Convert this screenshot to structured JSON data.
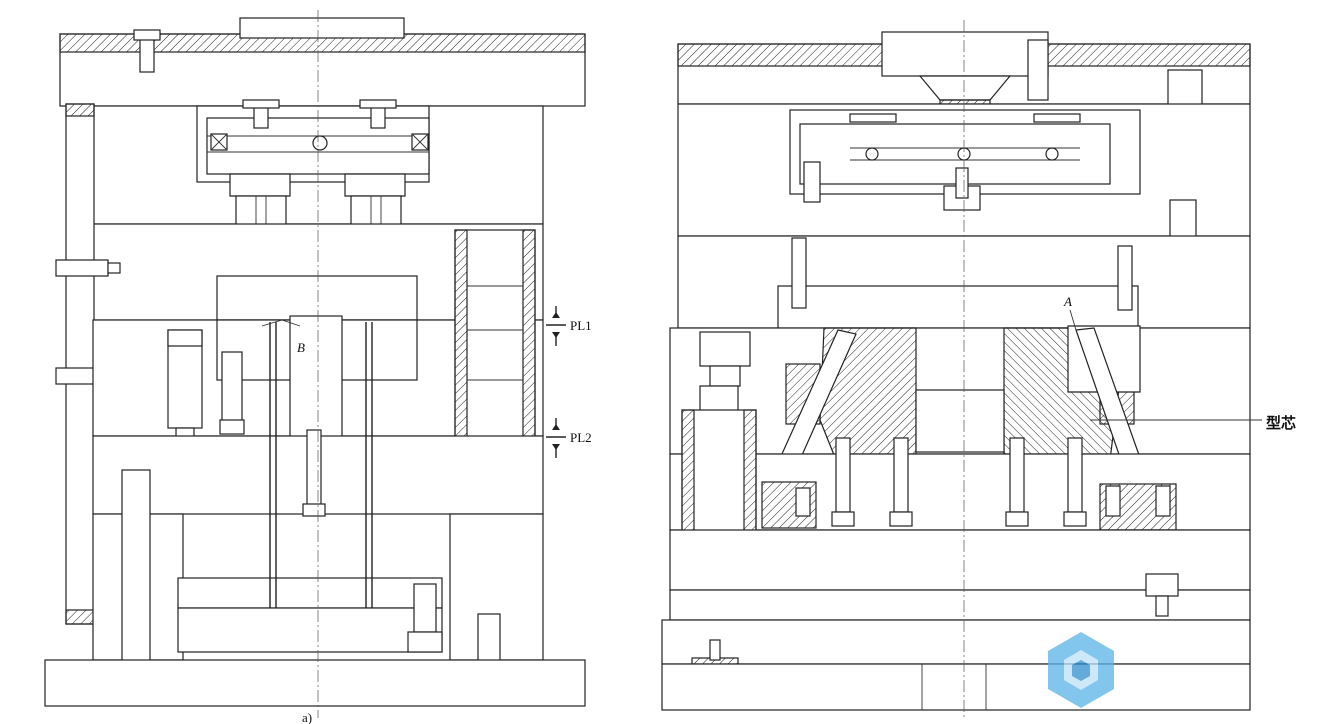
{
  "figure_a": {
    "caption": "a)",
    "labels": {
      "parting_line_1": "PL1",
      "parting_line_2": "PL2",
      "detail_b": "B"
    }
  },
  "figure_b": {
    "labels": {
      "detail_a": "A",
      "core": "型芯"
    }
  },
  "colors": {
    "line": "#222222",
    "background": "#ffffff",
    "watermark": "#5ab4e8"
  },
  "icons": [
    "watermark-cube-logo"
  ]
}
